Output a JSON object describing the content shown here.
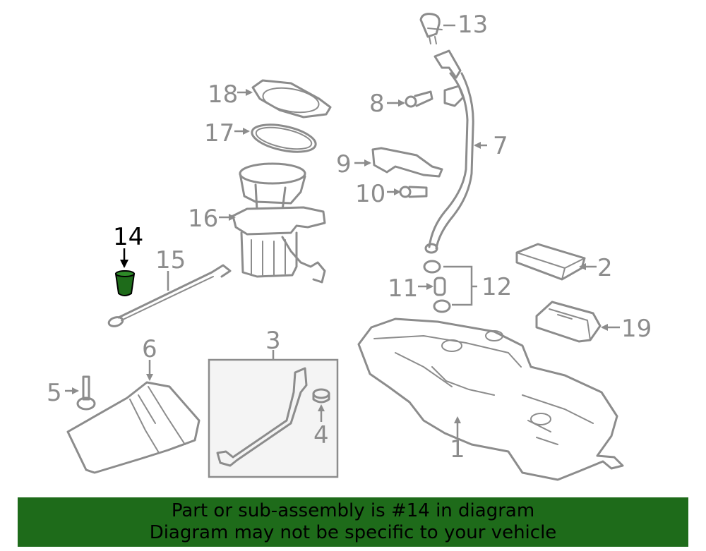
{
  "labels": {
    "p1": "1",
    "p2": "2",
    "p3": "3",
    "p4": "4",
    "p5": "5",
    "p6": "6",
    "p7": "7",
    "p8": "8",
    "p9": "9",
    "p10": "10",
    "p11": "11",
    "p12": "12",
    "p13": "13",
    "p14": "14",
    "p15": "15",
    "p16": "16",
    "p17": "17",
    "p18": "18",
    "p19": "19"
  },
  "highlight_part": "14",
  "colors": {
    "line": "#8c8c8c",
    "highlight_fill": "#1e6b1a",
    "banner_bg": "#1e6b1a",
    "text": "#000000"
  },
  "banner": {
    "line1": "Part or sub-assembly is #14 in diagram",
    "line2": "Diagram may not be specific to your vehicle"
  }
}
